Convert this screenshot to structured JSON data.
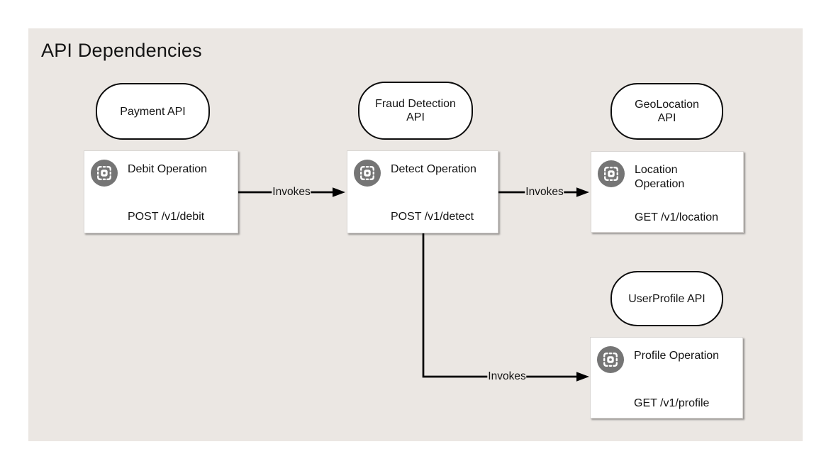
{
  "title": "API Dependencies",
  "colors": {
    "page_background": "#ffffff",
    "diagram_background": "#ebe7e3",
    "node_fill": "#ffffff",
    "node_border": "#0d0d0d",
    "card_border": "#d9d6d3",
    "icon_circle": "#757575",
    "icon_glyph": "#ffffff",
    "arrow": "#000000",
    "text": "#141414"
  },
  "icons": {
    "operation": "operation-scan-icon"
  },
  "apis": [
    {
      "id": "payment",
      "label": "Payment API",
      "operation": {
        "name": "Debit Operation",
        "endpoint": "POST /v1/debit"
      }
    },
    {
      "id": "fraud",
      "label": "Fraud Detection API",
      "operation": {
        "name": "Detect Operation",
        "endpoint": "POST /v1/detect"
      }
    },
    {
      "id": "geo",
      "label": "GeoLocation API",
      "operation": {
        "name": "Location Operation",
        "endpoint": "GET /v1/location"
      }
    },
    {
      "id": "user",
      "label": "UserProfile API",
      "operation": {
        "name": "Profile Operation",
        "endpoint": "GET /v1/profile"
      }
    }
  ],
  "edges": [
    {
      "from": "Debit Operation",
      "to": "Detect Operation",
      "label": "Invokes"
    },
    {
      "from": "Detect Operation",
      "to": "Location Operation",
      "label": "Invokes"
    },
    {
      "from": "Detect Operation",
      "to": "Profile Operation",
      "label": "Invokes"
    }
  ]
}
